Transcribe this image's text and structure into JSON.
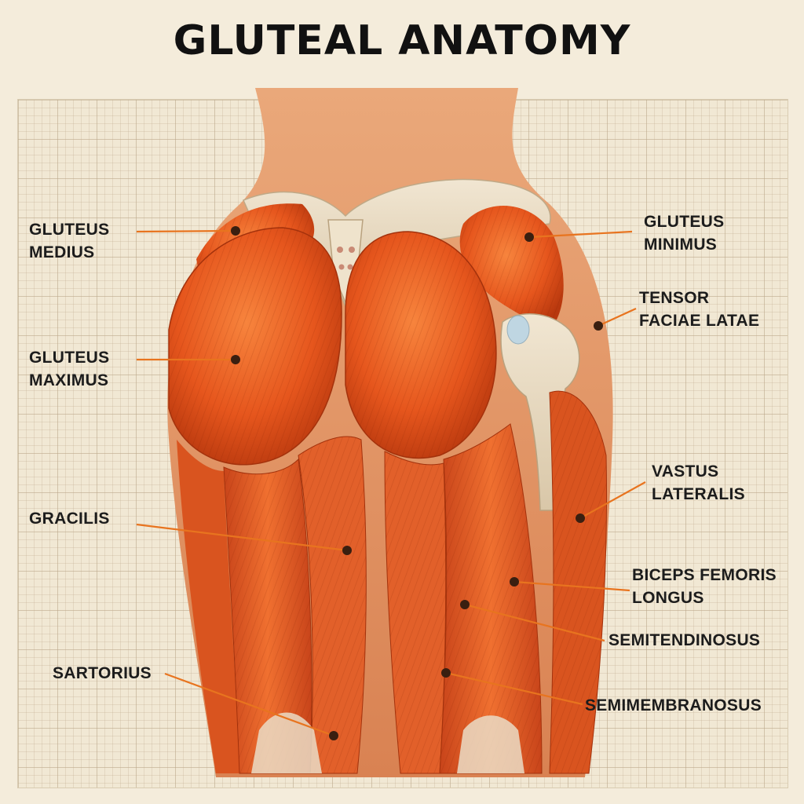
{
  "title": "GLUTEAL ANATOMY",
  "colors": {
    "background": "#f4ecdb",
    "muscle": "#e8541f",
    "muscle_dark": "#b9380f",
    "skin": "#e49565",
    "bone": "#e9dcc6",
    "leader_line": "#e8741f",
    "leader_dot": "#3a1f10"
  },
  "labels": {
    "gluteus_medius": "GLUTEUS\nMEDIUS",
    "gluteus_maximus": "GLUTEUS\nMAXIMUS",
    "gracilis": "GRACILIS",
    "sartorius": "SARTORIUS",
    "gluteus_minimus": "GLUTEUS\nMINIMUS",
    "tensor_faciae_latae": "TENSOR\nFACIAE LATAE",
    "vastus_lateralis": "VASTUS\nLATERALIS",
    "biceps_femoris_longus": "BICEPS FEMORIS\nLONGUS",
    "semitendinosus": "SEMITENDINOSUS",
    "semimembranosus": "SEMIMEMBRANOSUS"
  }
}
